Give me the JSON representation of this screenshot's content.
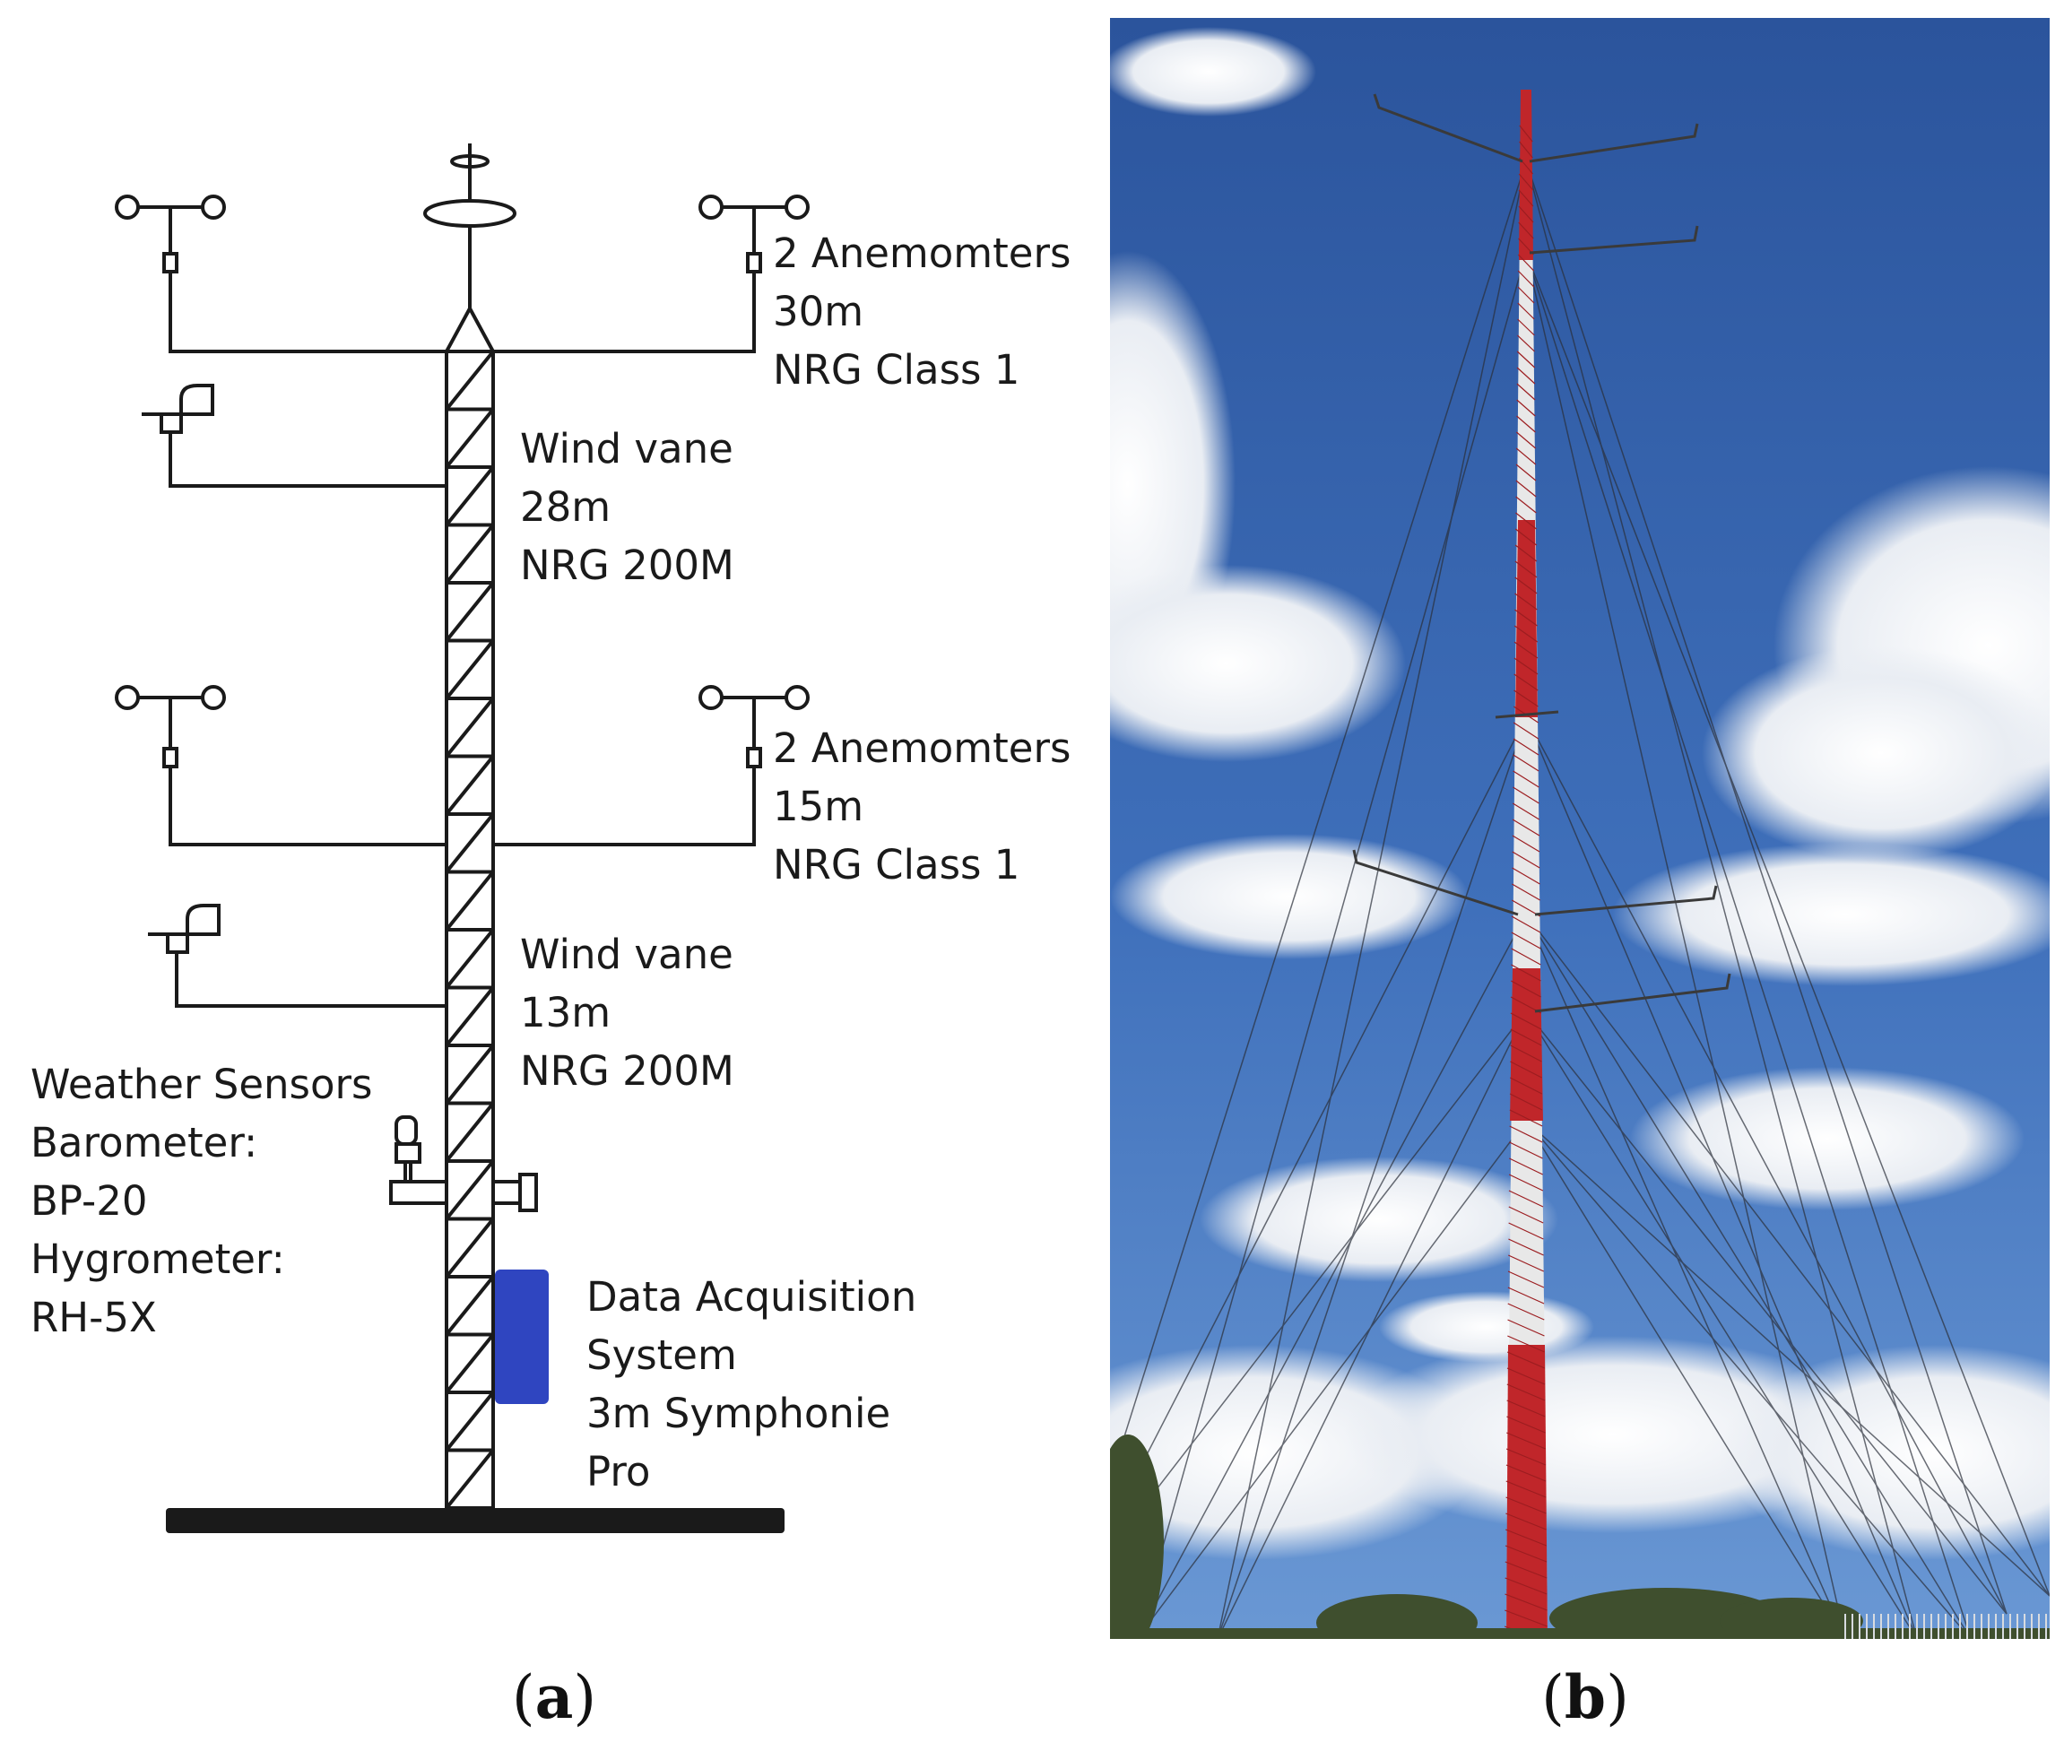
{
  "panel_a": {
    "caption_letter": "a",
    "labels": {
      "anem_top": [
        "2 Anemomters",
        "30m",
        "NRG Class 1"
      ],
      "vane_top": [
        "Wind vane",
        "28m",
        "NRG 200M"
      ],
      "anem_mid": [
        "2 Anemomters",
        "15m",
        "NRG Class 1"
      ],
      "vane_mid": [
        "Wind vane",
        "13m",
        "NRG 200M"
      ],
      "weather": [
        "Weather Sensors",
        "Barometer:",
        "BP-20",
        "Hygrometer:",
        "RH-5X"
      ],
      "daq": [
        "Data Acquisition",
        "System",
        "3m  Symphonie",
        "Pro"
      ]
    },
    "colors": {
      "line": "#1a1a1a",
      "daq_box": "#2f45c0",
      "base": "#1a1a1a"
    }
  },
  "panel_b": {
    "caption_letter": "b",
    "colors": {
      "sky_top": "#2e56a0",
      "sky_bottom": "#5d8fd0",
      "mast_red": "#c0262a",
      "mast_white": "#e8e8e8",
      "cloud": "#f2f4f7",
      "trees": "#3a4a2a"
    }
  }
}
